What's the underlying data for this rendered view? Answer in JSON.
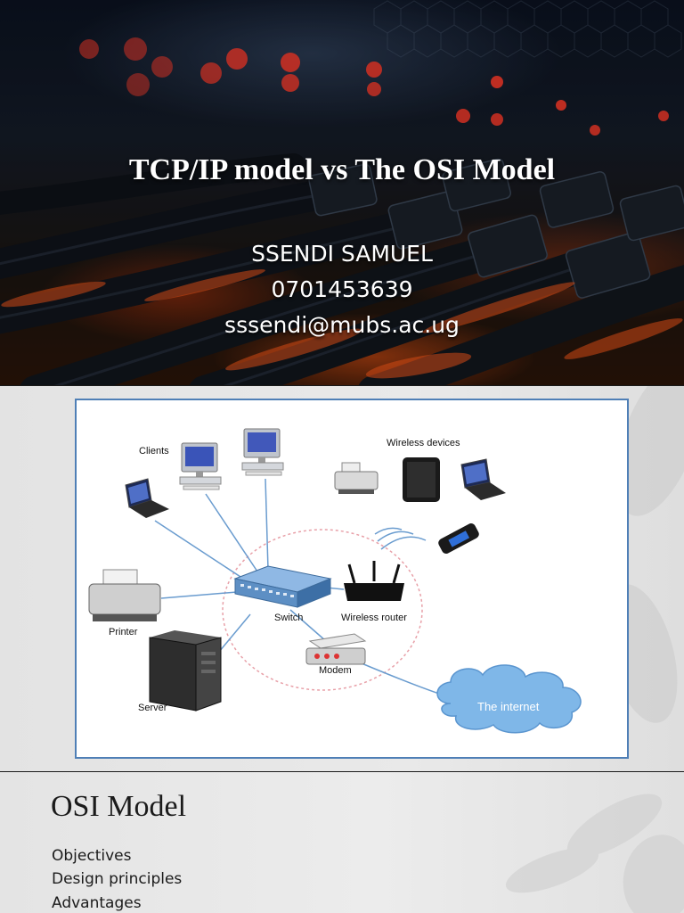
{
  "slides": [
    {
      "title": "TCP/IP model vs The OSI Model",
      "author_name": "SSENDI SAMUEL",
      "author_phone": "0701453639",
      "author_email": "sssendi@mubs.ac.ug"
    },
    {
      "diagram": {
        "labels": {
          "clients": "Clients",
          "wireless_devices": "Wireless devices",
          "printer": "Printer",
          "switch": "Switch",
          "wireless_router": "Wireless router",
          "modem": "Modem",
          "server": "Server",
          "internet": "The internet"
        }
      }
    },
    {
      "heading": "OSI Model",
      "bullets": [
        "Objectives",
        "Design principles",
        "Advantages"
      ]
    }
  ],
  "colors": {
    "frame_border": "#4f7fb6",
    "link_line": "#6a9ccf",
    "cloud": "#7fb7e8",
    "accent_orange": "#ff5a1a"
  }
}
